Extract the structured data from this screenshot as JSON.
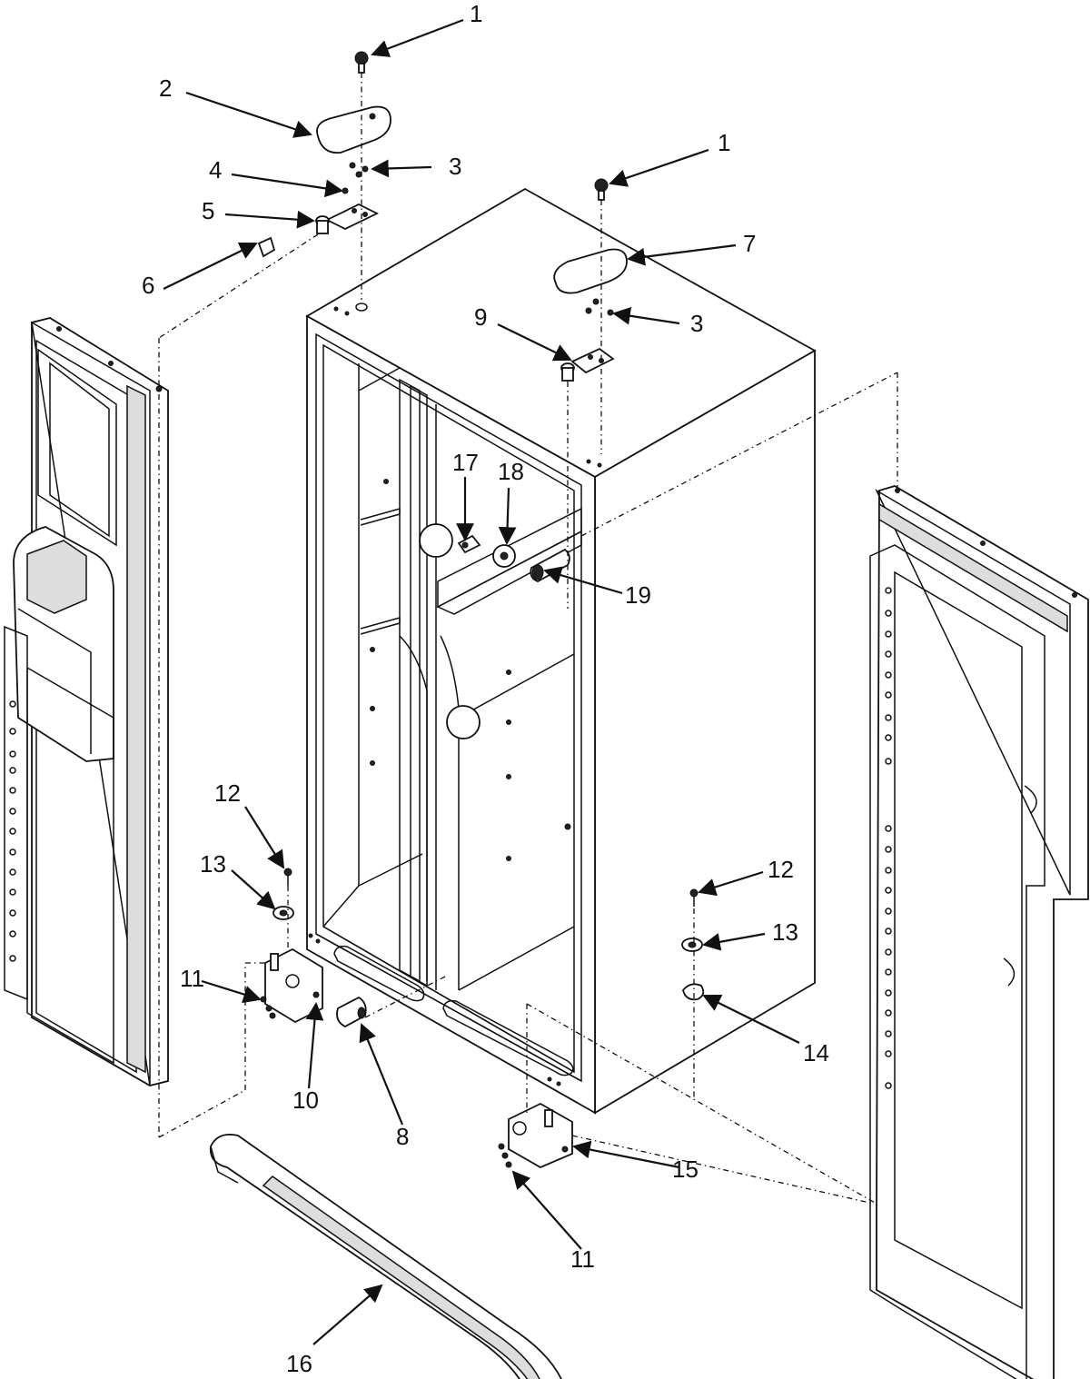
{
  "callouts": [
    {
      "id": "c1a",
      "label": "1"
    },
    {
      "id": "c2",
      "label": "2"
    },
    {
      "id": "c3a",
      "label": "3"
    },
    {
      "id": "c4",
      "label": "4"
    },
    {
      "id": "c5",
      "label": "5"
    },
    {
      "id": "c1b",
      "label": "1"
    },
    {
      "id": "c7",
      "label": "7"
    },
    {
      "id": "c6",
      "label": "6"
    },
    {
      "id": "c9",
      "label": "9"
    },
    {
      "id": "c3b",
      "label": "3"
    },
    {
      "id": "c17",
      "label": "17"
    },
    {
      "id": "c18",
      "label": "18"
    },
    {
      "id": "c19",
      "label": "19"
    },
    {
      "id": "c12a",
      "label": "12"
    },
    {
      "id": "c13a",
      "label": "13"
    },
    {
      "id": "c11a",
      "label": "11"
    },
    {
      "id": "c10",
      "label": "10"
    },
    {
      "id": "c8",
      "label": "8"
    },
    {
      "id": "c12b",
      "label": "12"
    },
    {
      "id": "c13b",
      "label": "13"
    },
    {
      "id": "c14",
      "label": "14"
    },
    {
      "id": "c15",
      "label": "15"
    },
    {
      "id": "c11b",
      "label": "11"
    },
    {
      "id": "c16",
      "label": "16"
    }
  ]
}
